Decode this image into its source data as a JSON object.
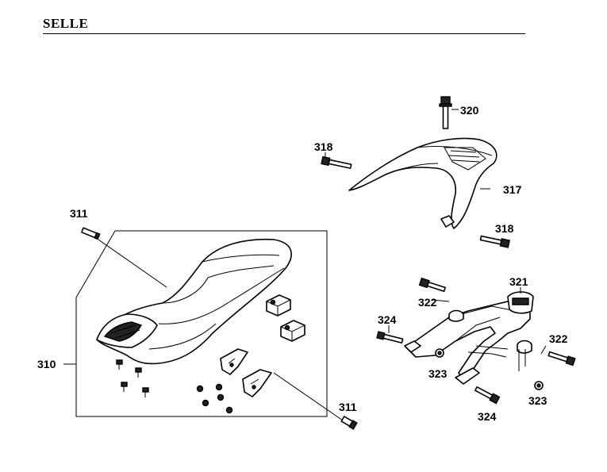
{
  "header": {
    "title": "SELLE"
  },
  "callouts": {
    "c310": "310",
    "c311a": "311",
    "c311b": "311",
    "c317": "317",
    "c318a": "318",
    "c318b": "318",
    "c320": "320",
    "c321": "321",
    "c322a": "322",
    "c322b": "322",
    "c323a": "323",
    "c323b": "323",
    "c324a": "324",
    "c324b": "324"
  }
}
